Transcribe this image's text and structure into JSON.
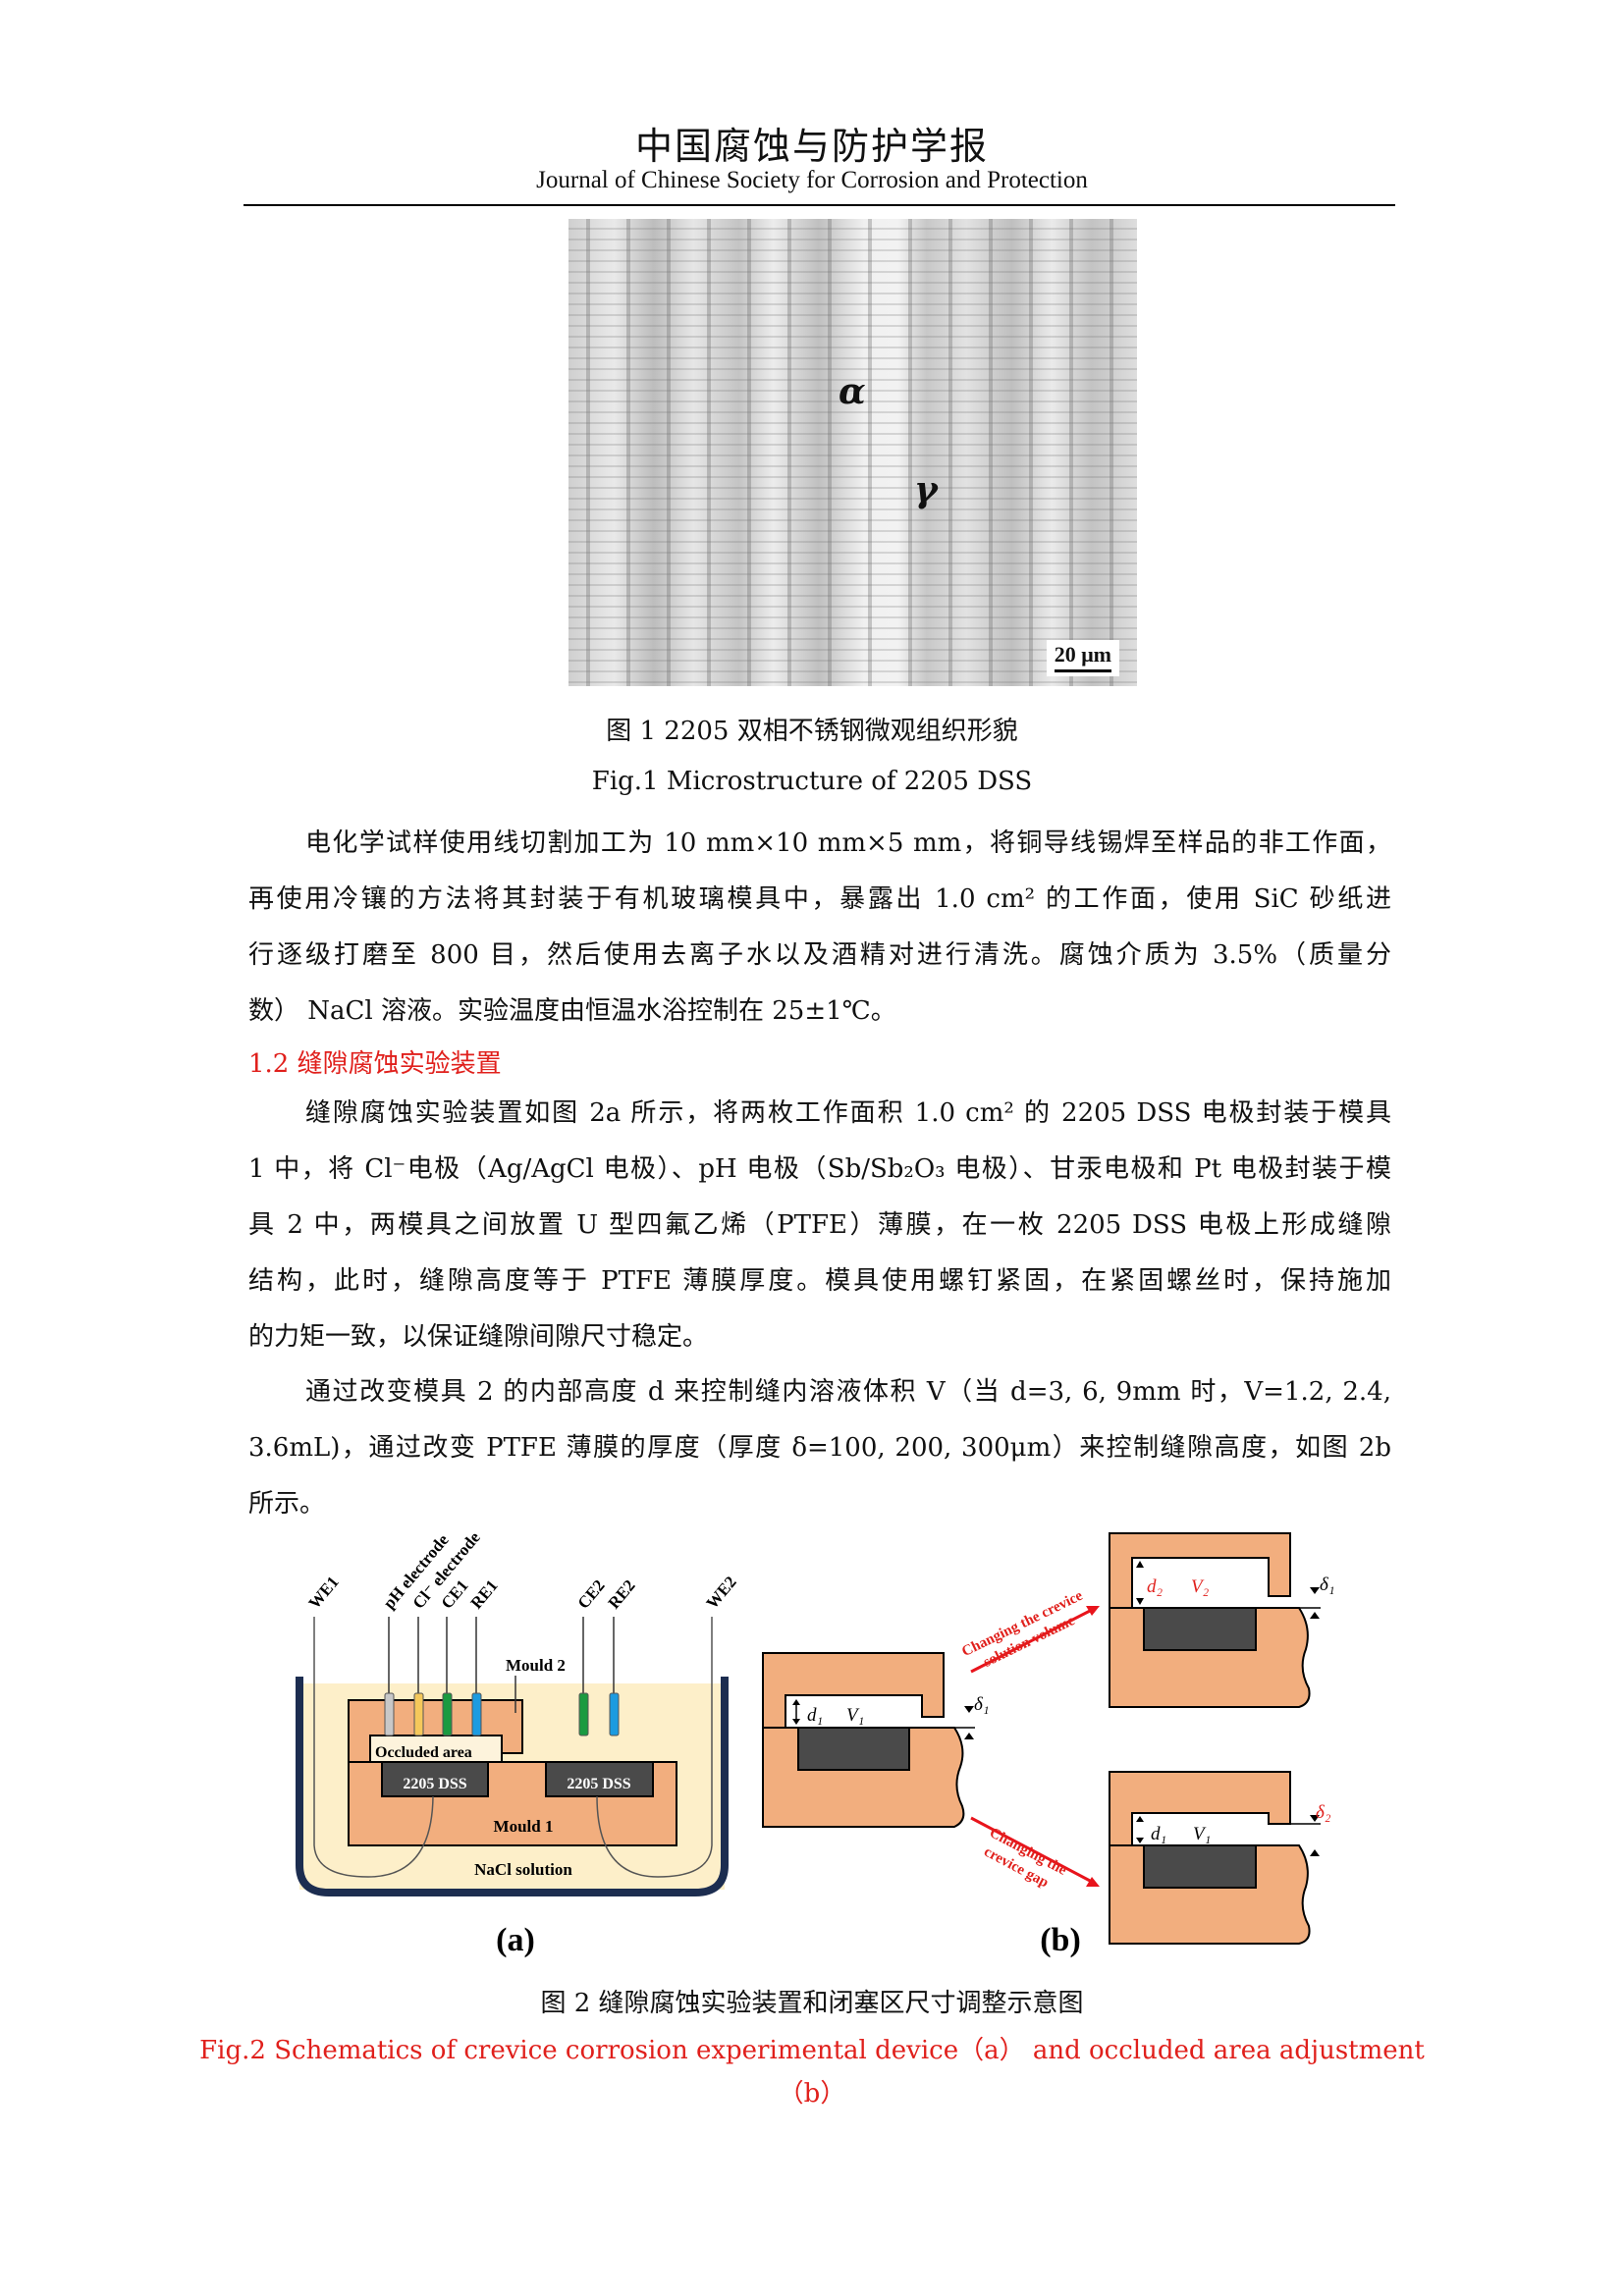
{
  "header": {
    "title_cn": "中国腐蚀与防护学报",
    "title_en": "Journal of Chinese Society for Corrosion and Protection"
  },
  "figure1": {
    "label_alpha": "α",
    "label_gamma": "γ",
    "scale_bar": "20 μm",
    "caption_cn": "图 1 2205 双相不锈钢微观组织形貌",
    "caption_en": "Fig.1 Microstructure of 2205 DSS"
  },
  "paragraph1": [
    "电化学试样使用线切割加工为 10 mm×10 mm×5 mm，将铜导线锡焊至样品的非工作面，",
    "再使用冷镶的方法将其封装于有机玻璃模具中，暴露出 1.0 cm² 的工作面，使用 SiC 砂纸进",
    "行逐级打磨至 800 目，然后使用去离子水以及酒精对进行清洗。腐蚀介质为 3.5%（质量分",
    "数） NaCl 溶液。实验温度由恒温水浴控制在 25±1℃。"
  ],
  "section_heading": "1.2  缝隙腐蚀实验装置",
  "paragraph2": [
    "缝隙腐蚀实验装置如图 2a 所示，将两枚工作面积 1.0 cm² 的 2205 DSS 电极封装于模具",
    "1 中，将 Cl⁻电极（Ag/AgCl 电极）、pH 电极（Sb/Sb₂O₃ 电极）、甘汞电极和 Pt 电极封装于模",
    "具 2 中，两模具之间放置 U 型四氟乙烯（PTFE）薄膜，在一枚 2205 DSS 电极上形成缝隙",
    "结构，此时，缝隙高度等于 PTFE 薄膜厚度。模具使用螺钉紧固，在紧固螺丝时，保持施加",
    "的力矩一致，以保证缝隙间隙尺寸稳定。"
  ],
  "paragraph3": [
    "通过改变模具 2 的内部高度 d 来控制缝内溶液体积 V（当 d=3, 6, 9mm 时，V=1.2, 2.4,",
    "3.6mL)，通过改变 PTFE 薄膜的厚度（厚度 δ=100, 200, 300μm）来控制缝隙高度，如图 2b",
    "所示。"
  ],
  "figure2": {
    "a": {
      "electrodes": [
        "WE1",
        "pH electrode",
        "Cl⁻ electrode",
        "CE1",
        "RE1",
        "CE2",
        "RE2",
        "WE2"
      ],
      "mould2": "Mould 2",
      "mould1": "Mould 1",
      "occluded": "Occluded area",
      "dss": "2205 DSS",
      "solution": "NaCl solution",
      "panel_label": "(a)"
    },
    "b": {
      "d1": "d₁",
      "v1": "V₁",
      "d2": "d₂",
      "v2": "V₂",
      "delta1": "δ₁",
      "delta2": "δ₂",
      "arrow_top_line1": "Changing the crevice",
      "arrow_top_line2": "solution volume",
      "arrow_bottom_line1": "Changing the",
      "arrow_bottom_line2": "crevice gap",
      "panel_label": "(b)"
    },
    "caption_cn": "图 2 缝隙腐蚀实验装置和闭塞区尺寸调整示意图",
    "caption_en_line1": "Fig.2 Schematics of crevice corrosion experimental device（a）  and occluded area adjustment",
    "caption_en_line2": "（b）"
  },
  "colors": {
    "mould": "#f2ae7e",
    "solution": "#fdefc9",
    "dss": "#4a4a4a",
    "tank": "#1c2d50",
    "accent_red": "#e0201c"
  }
}
